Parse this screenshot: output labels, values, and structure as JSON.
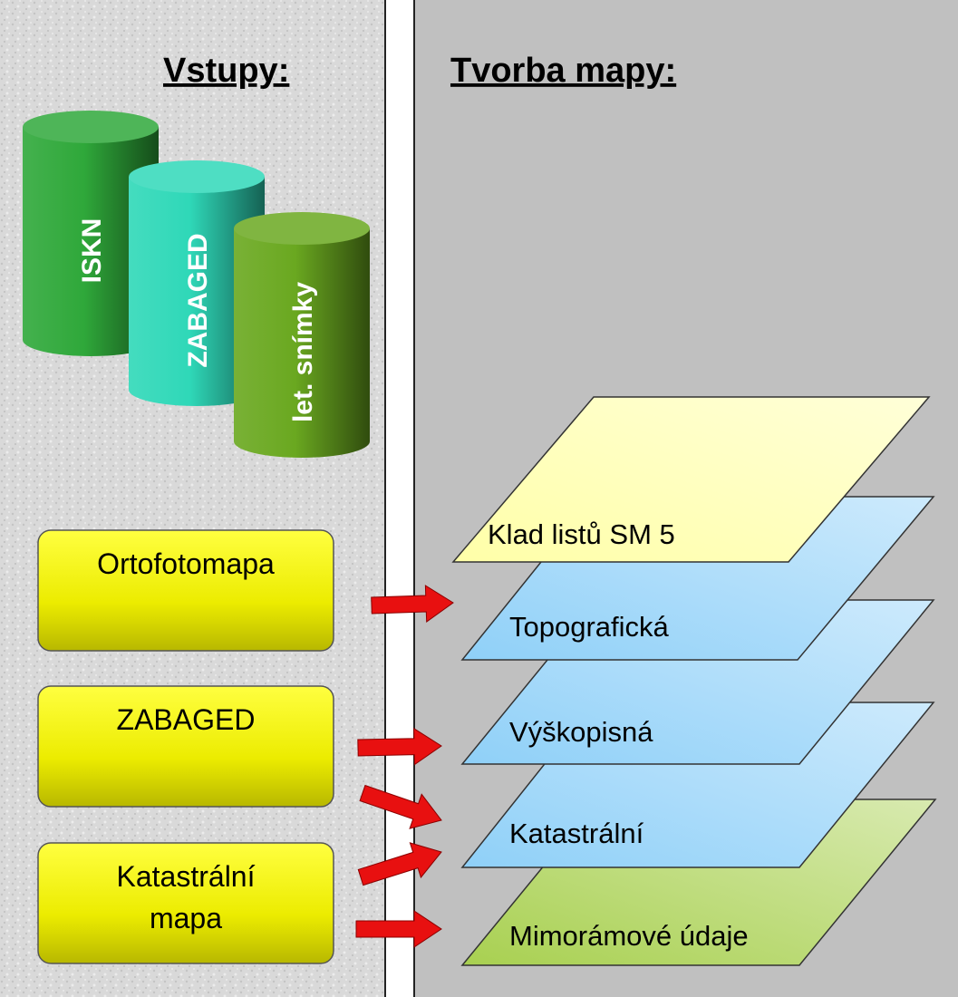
{
  "inputs_panel": {
    "title": "Vstupy:",
    "databases": [
      {
        "label": "ISKN",
        "color": "#2fa83a"
      },
      {
        "label": "ZABAGED",
        "color": "#2fd8b8"
      },
      {
        "label": "let. snímky",
        "color": "#6aa820"
      }
    ],
    "input_boxes": [
      {
        "label_lines": [
          "Ortofotomapa"
        ]
      },
      {
        "label_lines": [
          "ZABAGED"
        ]
      },
      {
        "label_lines": [
          "Katastrální",
          "mapa"
        ]
      }
    ]
  },
  "map_panel": {
    "title": "Tvorba mapy:",
    "layers": [
      {
        "label": "Klad listů SM 5",
        "color": "#ffffa8"
      },
      {
        "label": "Topografická",
        "color": "#8fd0f8"
      },
      {
        "label": "Výškopisná",
        "color": "#8fd0f8"
      },
      {
        "label": "Katastrální",
        "color": "#8fd0f8"
      },
      {
        "label": "Mimorámové údaje",
        "color": "#a8d050"
      }
    ]
  },
  "arrow_color": "#e81010"
}
